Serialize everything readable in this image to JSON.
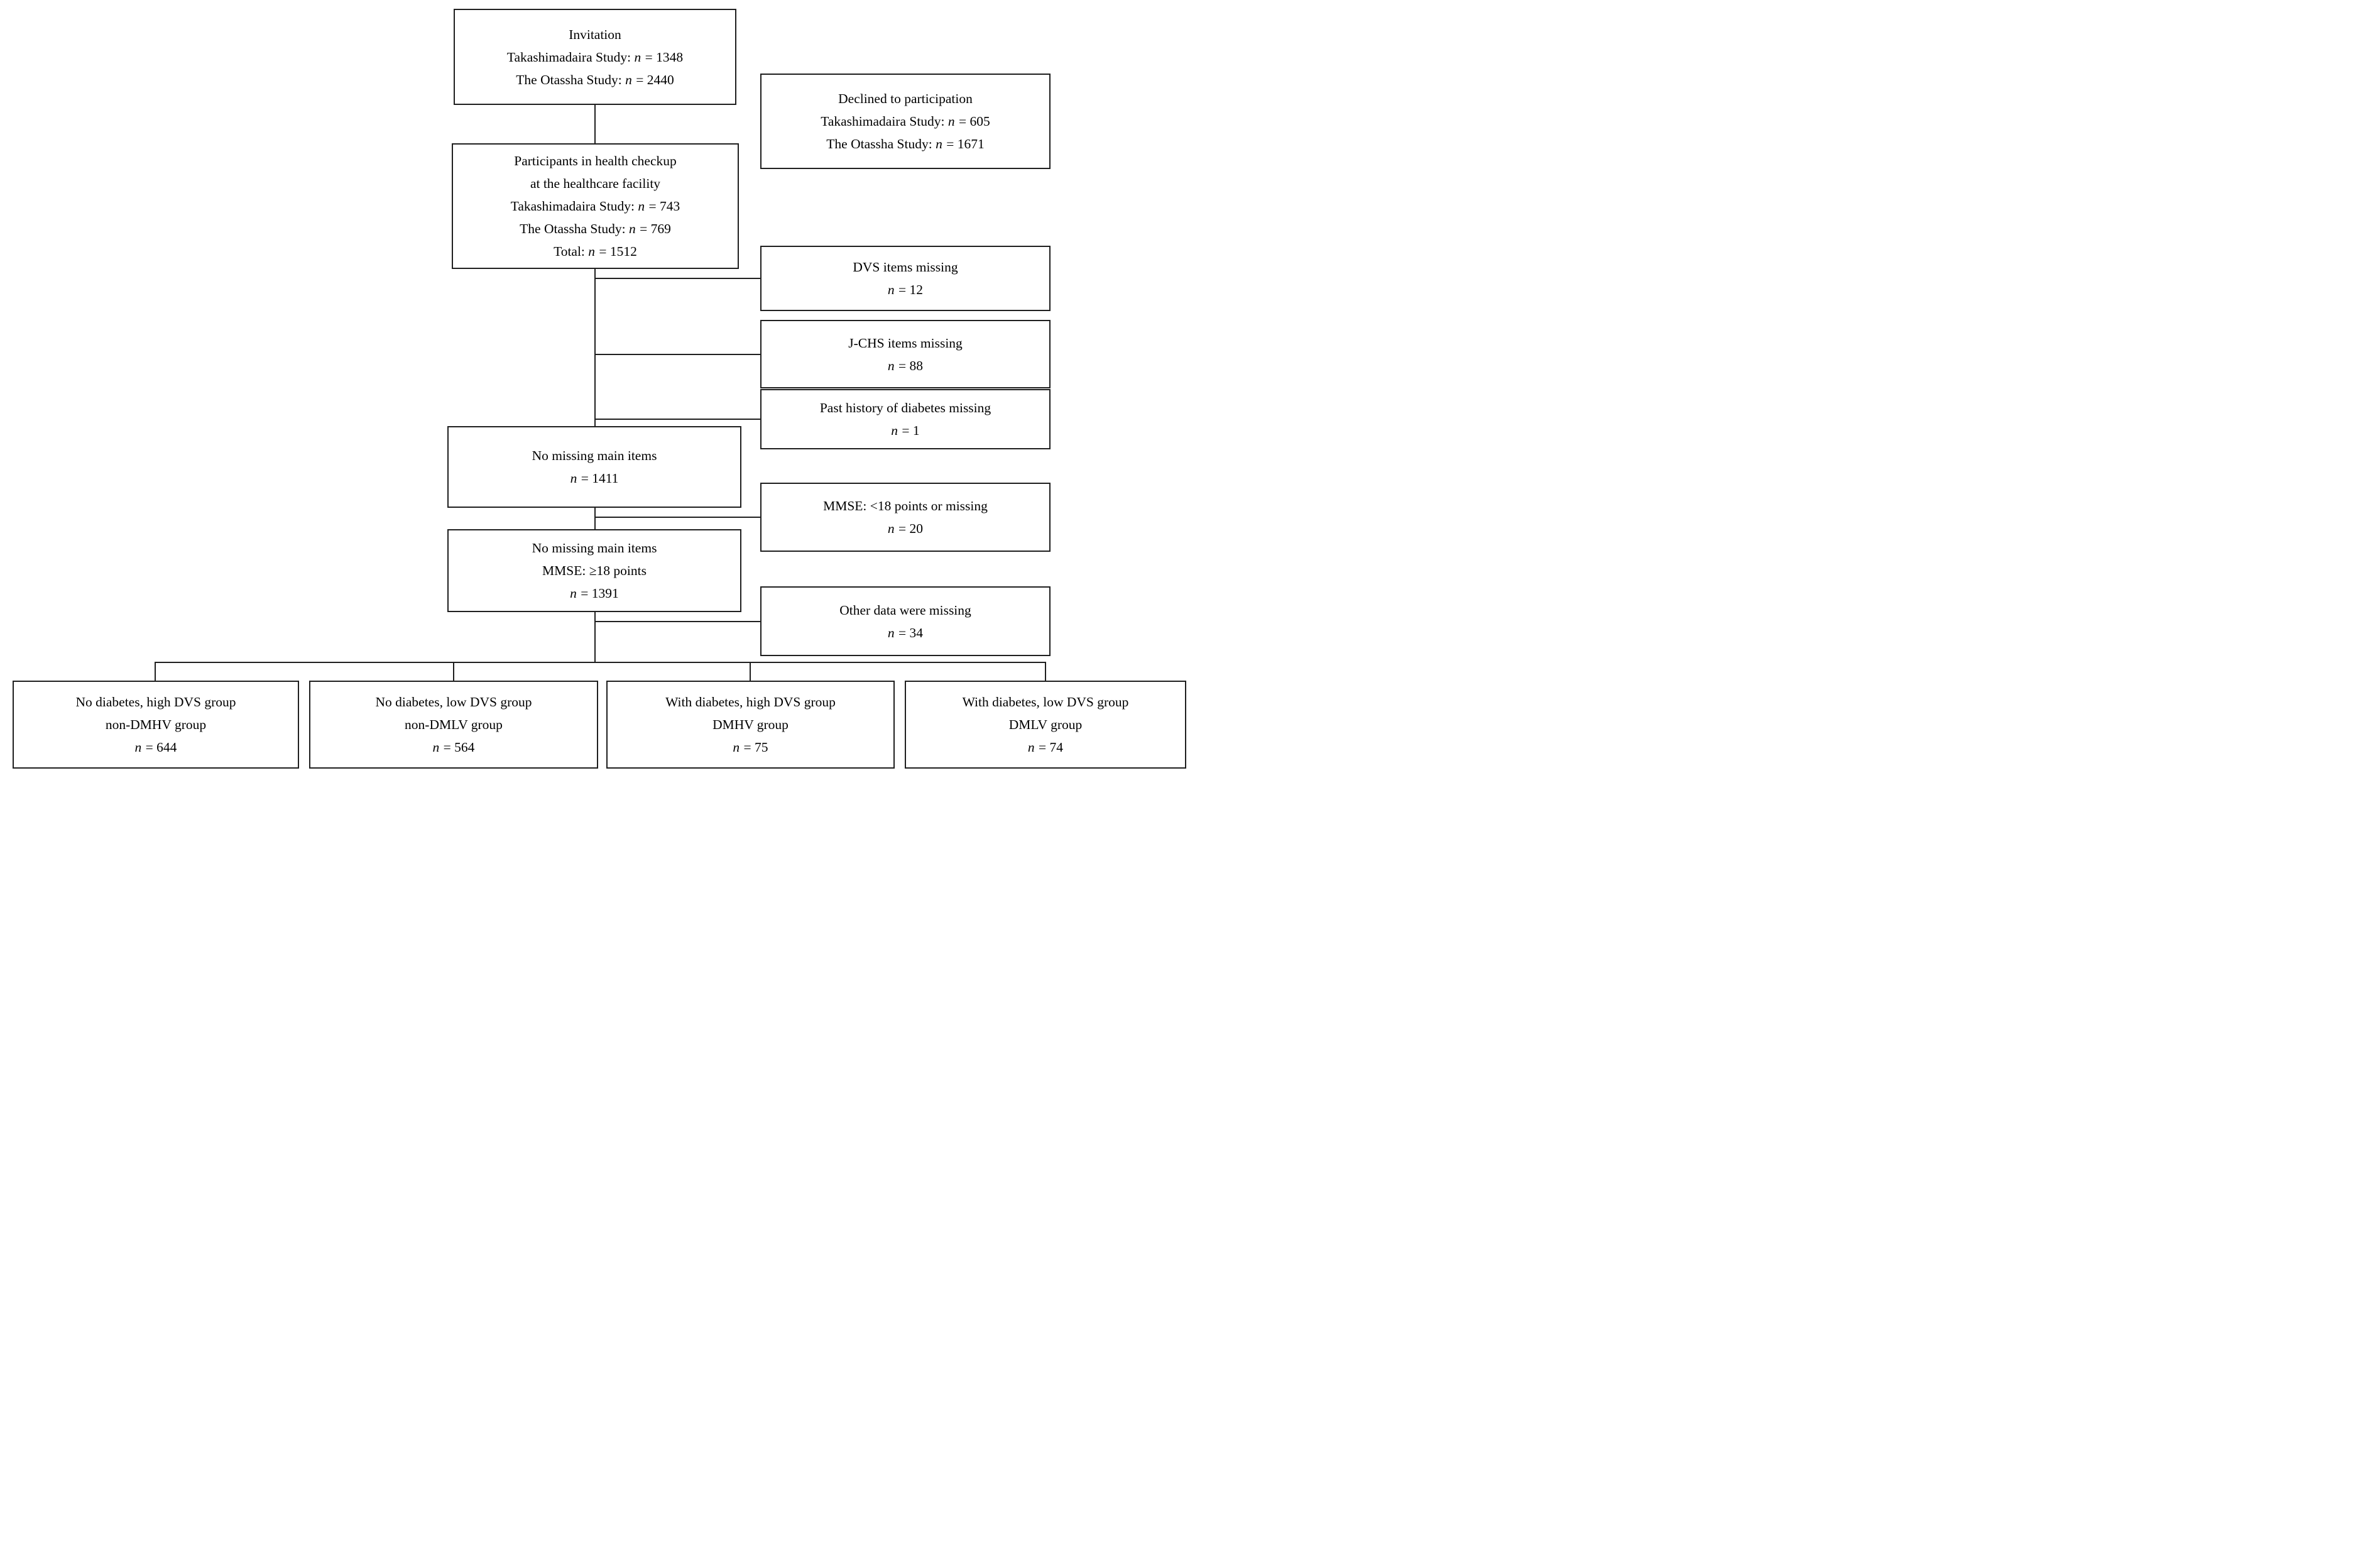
{
  "diagram": {
    "type": "participant-flow-diagram",
    "colors": {
      "box_border": "#1f1f1f",
      "connector": "#1f1f1f",
      "background": "#ffffff",
      "text": "#000000"
    },
    "boxes": {
      "invitation": {
        "lines": [
          "Invitation",
          "Takashimadaira Study: *n* = 1348",
          "The Otassha Study: *n* = 2440"
        ]
      },
      "declined": {
        "lines": [
          "Declined to participation",
          "Takashimadaira Study: *n* = 605",
          "The Otassha Study: *n* = 1671"
        ]
      },
      "participants": {
        "lines": [
          "Participants in health checkup",
          "at the healthcare facility",
          "Takashimadaira Study: *n* = 743",
          "The Otassha Study: *n* = 769",
          "Total: *n* = 1512"
        ]
      },
      "dvs_missing": {
        "lines": [
          "DVS items missing",
          "*n* = 12"
        ]
      },
      "jchs_missing": {
        "lines": [
          "J-CHS items missing",
          "*n* = 88"
        ]
      },
      "diabetes_history_missing": {
        "lines": [
          "Past history of diabetes missing",
          "*n* = 1"
        ]
      },
      "no_missing_main": {
        "lines": [
          "No missing main items",
          "*n* = 1411"
        ]
      },
      "mmse_excluded": {
        "lines": [
          "MMSE: <18 points or missing",
          "*n* = 20"
        ]
      },
      "no_missing_mmse": {
        "lines": [
          "No missing main items",
          "MMSE: ≥18 points",
          "*n* = 1391"
        ]
      },
      "other_missing": {
        "lines": [
          "Other data were missing",
          "*n* = 34"
        ]
      },
      "group_non_dmhv": {
        "lines": [
          "No diabetes, high DVS group",
          "non-DMHV group",
          "*n* = 644"
        ]
      },
      "group_non_dmlv": {
        "lines": [
          "No diabetes, low DVS group",
          "non-DMLV group",
          "*n* = 564"
        ]
      },
      "group_dmhv": {
        "lines": [
          "With diabetes, high DVS group",
          "DMHV group",
          "*n* = 75"
        ]
      },
      "group_dmlv": {
        "lines": [
          "With diabetes, low DVS group",
          "DMLV group",
          "*n* = 74"
        ]
      }
    }
  }
}
